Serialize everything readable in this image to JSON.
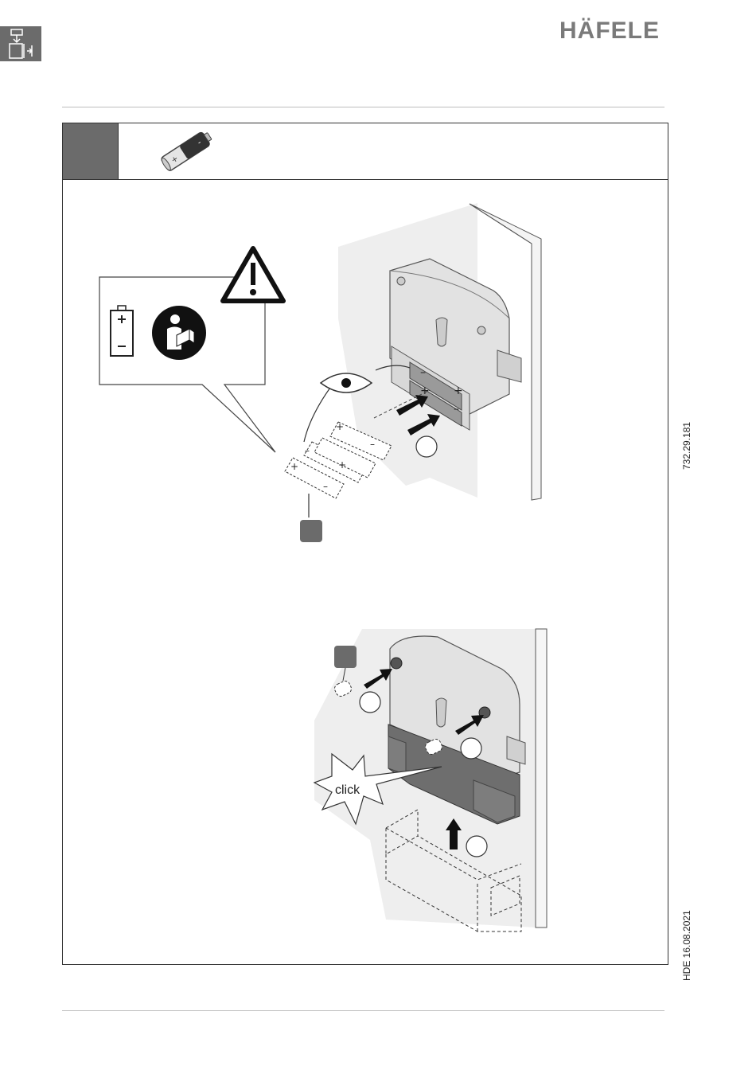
{
  "header": {
    "brand": "HÄFELE"
  },
  "illustration": {
    "click_label": "click"
  },
  "side": {
    "doc_number": "732.29.181",
    "doc_date": "HDE 16.08.2021"
  },
  "colors": {
    "step_box": "#6b6b6b",
    "brand_grey": "#7a7a7a",
    "lock_body": "#e2e2e2",
    "lock_cover": "#6e6e6e",
    "wall": "#eeeeee"
  },
  "icons": [
    "install-icon",
    "battery-icon",
    "warning-icon",
    "battery-level-icon",
    "read-manual-icon",
    "eye-icon"
  ]
}
